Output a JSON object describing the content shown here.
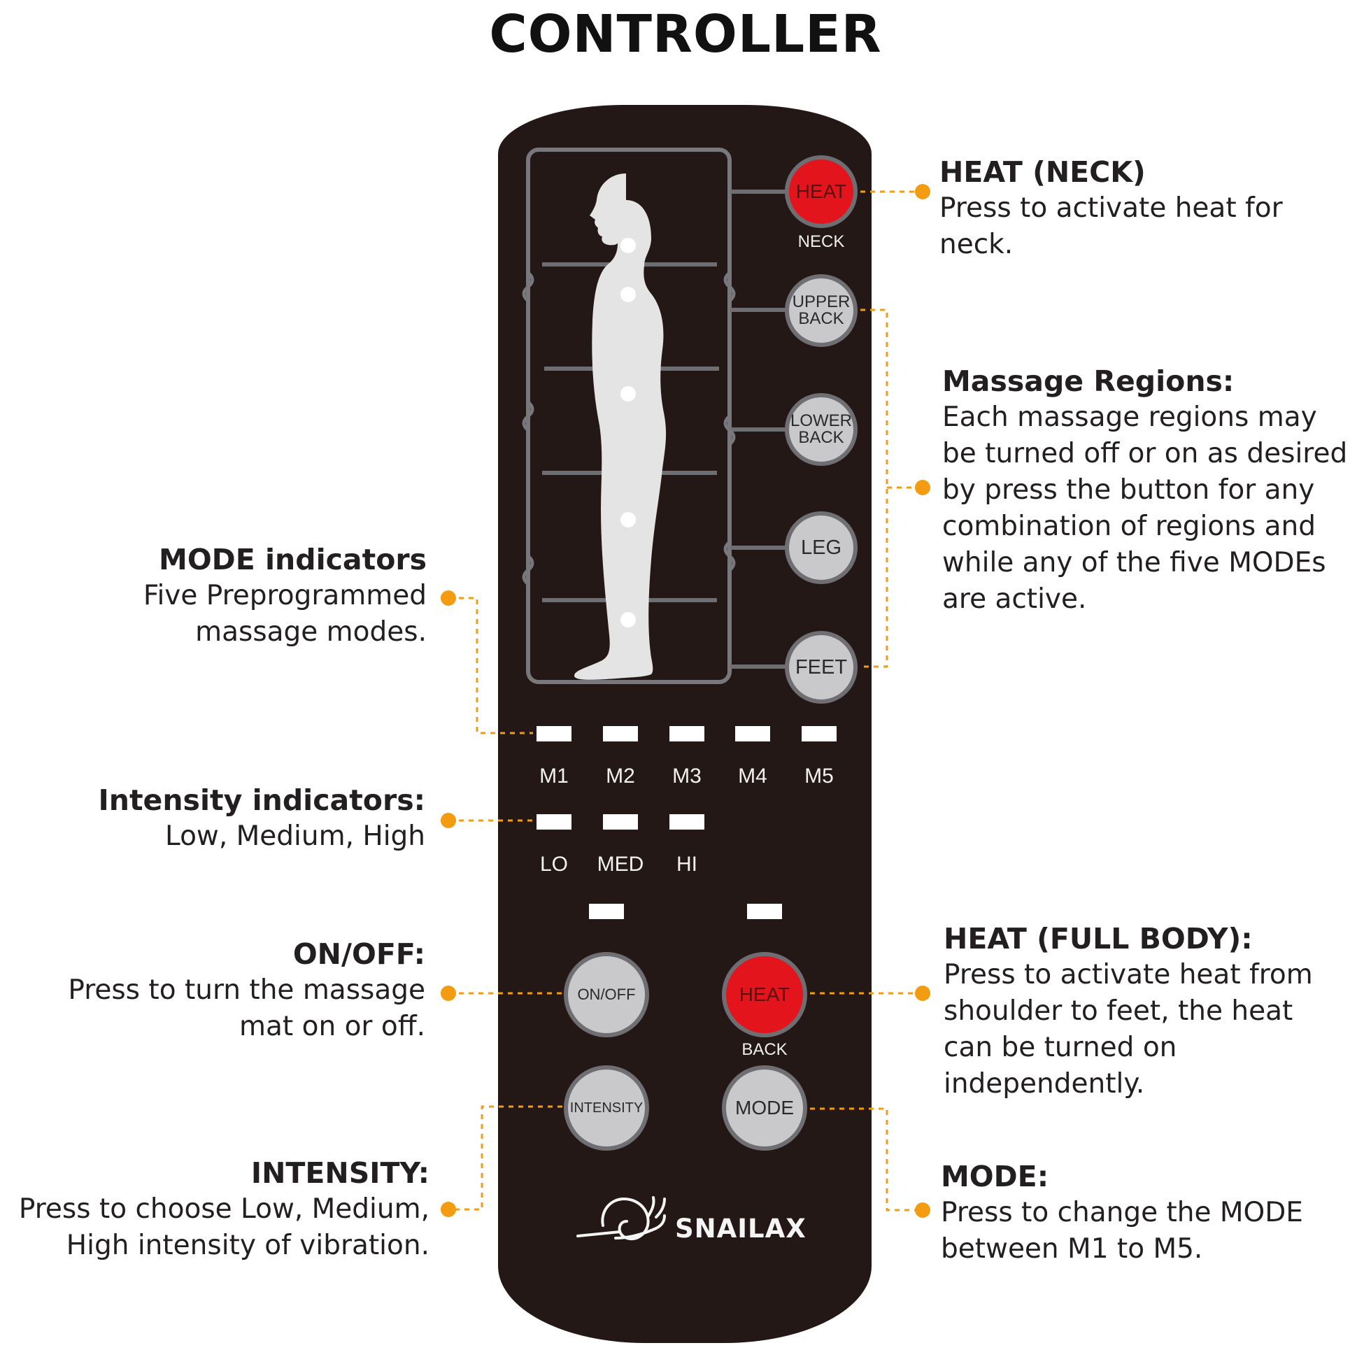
{
  "title": "CONTROLLER",
  "remote": {
    "buttons": {
      "heat_neck": {
        "label": "HEAT",
        "sublabel": "NECK"
      },
      "upper_back": {
        "line1": "UPPER",
        "line2": "BACK"
      },
      "lower_back": {
        "line1": "LOWER",
        "line2": "BACK"
      },
      "leg": {
        "label": "LEG"
      },
      "feet": {
        "label": "FEET"
      },
      "on_off": {
        "label": "ON/OFF"
      },
      "heat_back": {
        "label": "HEAT",
        "sublabel": "BACK"
      },
      "intensity": {
        "label": "INTENSITY"
      },
      "mode": {
        "label": "MODE"
      }
    },
    "mode_indicators": [
      "M1",
      "M2",
      "M3",
      "M4",
      "M5"
    ],
    "intensity_indicators": [
      "LO",
      "MED",
      "HI"
    ],
    "brand": "SNAILAX",
    "colors": {
      "body": "#231815",
      "heat": "#e3141b",
      "button": "#c9c9cb",
      "accent": "#f39c12"
    }
  },
  "annotations": {
    "heat_neck": {
      "heading": "HEAT (NECK)",
      "lines": [
        "Press to activate heat for",
        "neck."
      ]
    },
    "massage_regions": {
      "heading": "Massage Regions:",
      "lines": [
        "Each massage regions  may",
        "be turned off or on as desired",
        "by press the button for any",
        "combination of regions and",
        "while any of the five  MODEs",
        "are active."
      ]
    },
    "mode_indicators": {
      "heading": "MODE indicators",
      "lines": [
        "Five Preprogrammed",
        "massage modes."
      ]
    },
    "intensity_indicators": {
      "heading": "Intensity indicators:",
      "lines": [
        "Low, Medium, High"
      ]
    },
    "on_off": {
      "heading": "ON/OFF:",
      "lines": [
        "Press to turn the massage",
        "mat on or off."
      ]
    },
    "heat_full_body": {
      "heading": "HEAT (FULL BODY):",
      "lines": [
        "Press to activate heat from",
        "shoulder to feet, the heat",
        "can be turned on",
        "independently."
      ]
    },
    "intensity": {
      "heading": "INTENSITY:",
      "lines": [
        "Press to choose Low, Medium,",
        "High intensity of vibration."
      ]
    },
    "mode": {
      "heading": "MODE:",
      "lines": [
        "Press to change the MODE",
        "between M1 to M5."
      ]
    }
  }
}
